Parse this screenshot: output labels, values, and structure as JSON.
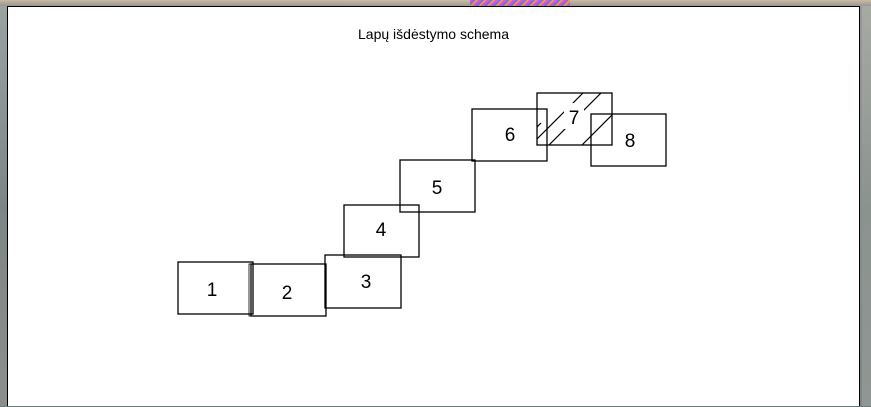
{
  "diagram": {
    "title": "Lapų išdėstymo schema",
    "sheets": [
      {
        "label": "1",
        "hatched": false
      },
      {
        "label": "2",
        "hatched": false
      },
      {
        "label": "3",
        "hatched": false
      },
      {
        "label": "4",
        "hatched": false
      },
      {
        "label": "5",
        "hatched": false
      },
      {
        "label": "6",
        "hatched": false
      },
      {
        "label": "7",
        "hatched": true
      },
      {
        "label": "8",
        "hatched": false
      }
    ]
  }
}
